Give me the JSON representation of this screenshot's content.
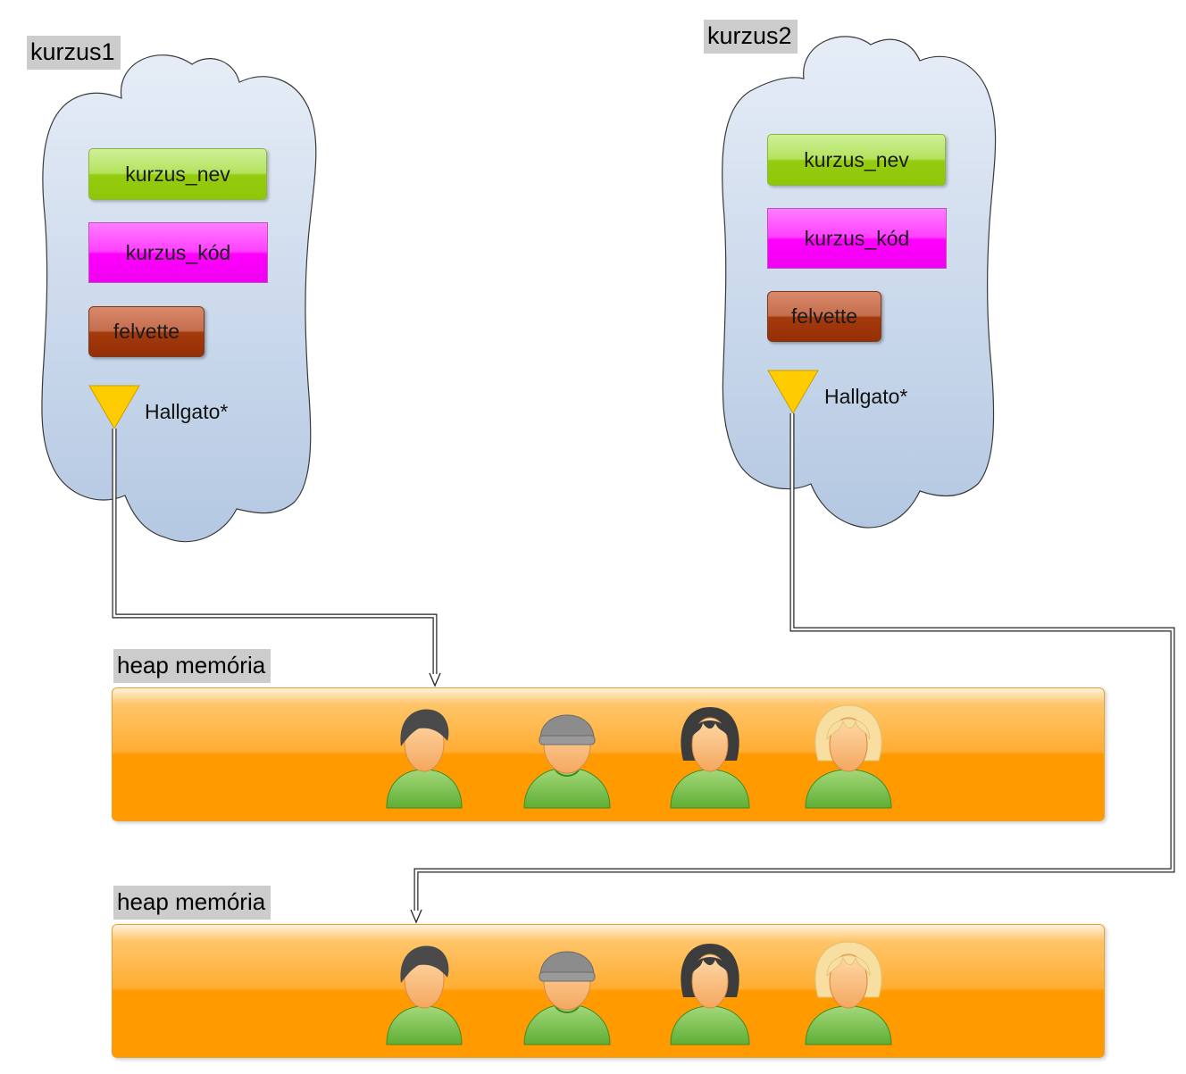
{
  "courses": [
    {
      "title": "kurzus1",
      "fields": {
        "name": "kurzus_nev",
        "code": "kurzus_kód",
        "enrolled": "felvette"
      },
      "pointer_label": "Hallgato*"
    },
    {
      "title": "kurzus2",
      "fields": {
        "name": "kurzus_nev",
        "code": "kurzus_kód",
        "enrolled": "felvette"
      },
      "pointer_label": "Hallgato*"
    }
  ],
  "heaps": [
    {
      "label": "heap memória",
      "students": [
        "student-short-hair-icon",
        "student-cap-icon",
        "student-dark-bob-icon",
        "student-blonde-icon"
      ]
    },
    {
      "label": "heap memória",
      "students": [
        "student-short-hair-icon",
        "student-cap-icon",
        "student-dark-bob-icon",
        "student-blonde-icon"
      ]
    }
  ],
  "colors": {
    "cloud_fill_top": "#e4ecf6",
    "cloud_fill_bottom": "#b8cbe3",
    "pointer_triangle": "#ffcc00",
    "heap_orange": "#ff9a00",
    "shirt_green": "#7cc14a"
  }
}
